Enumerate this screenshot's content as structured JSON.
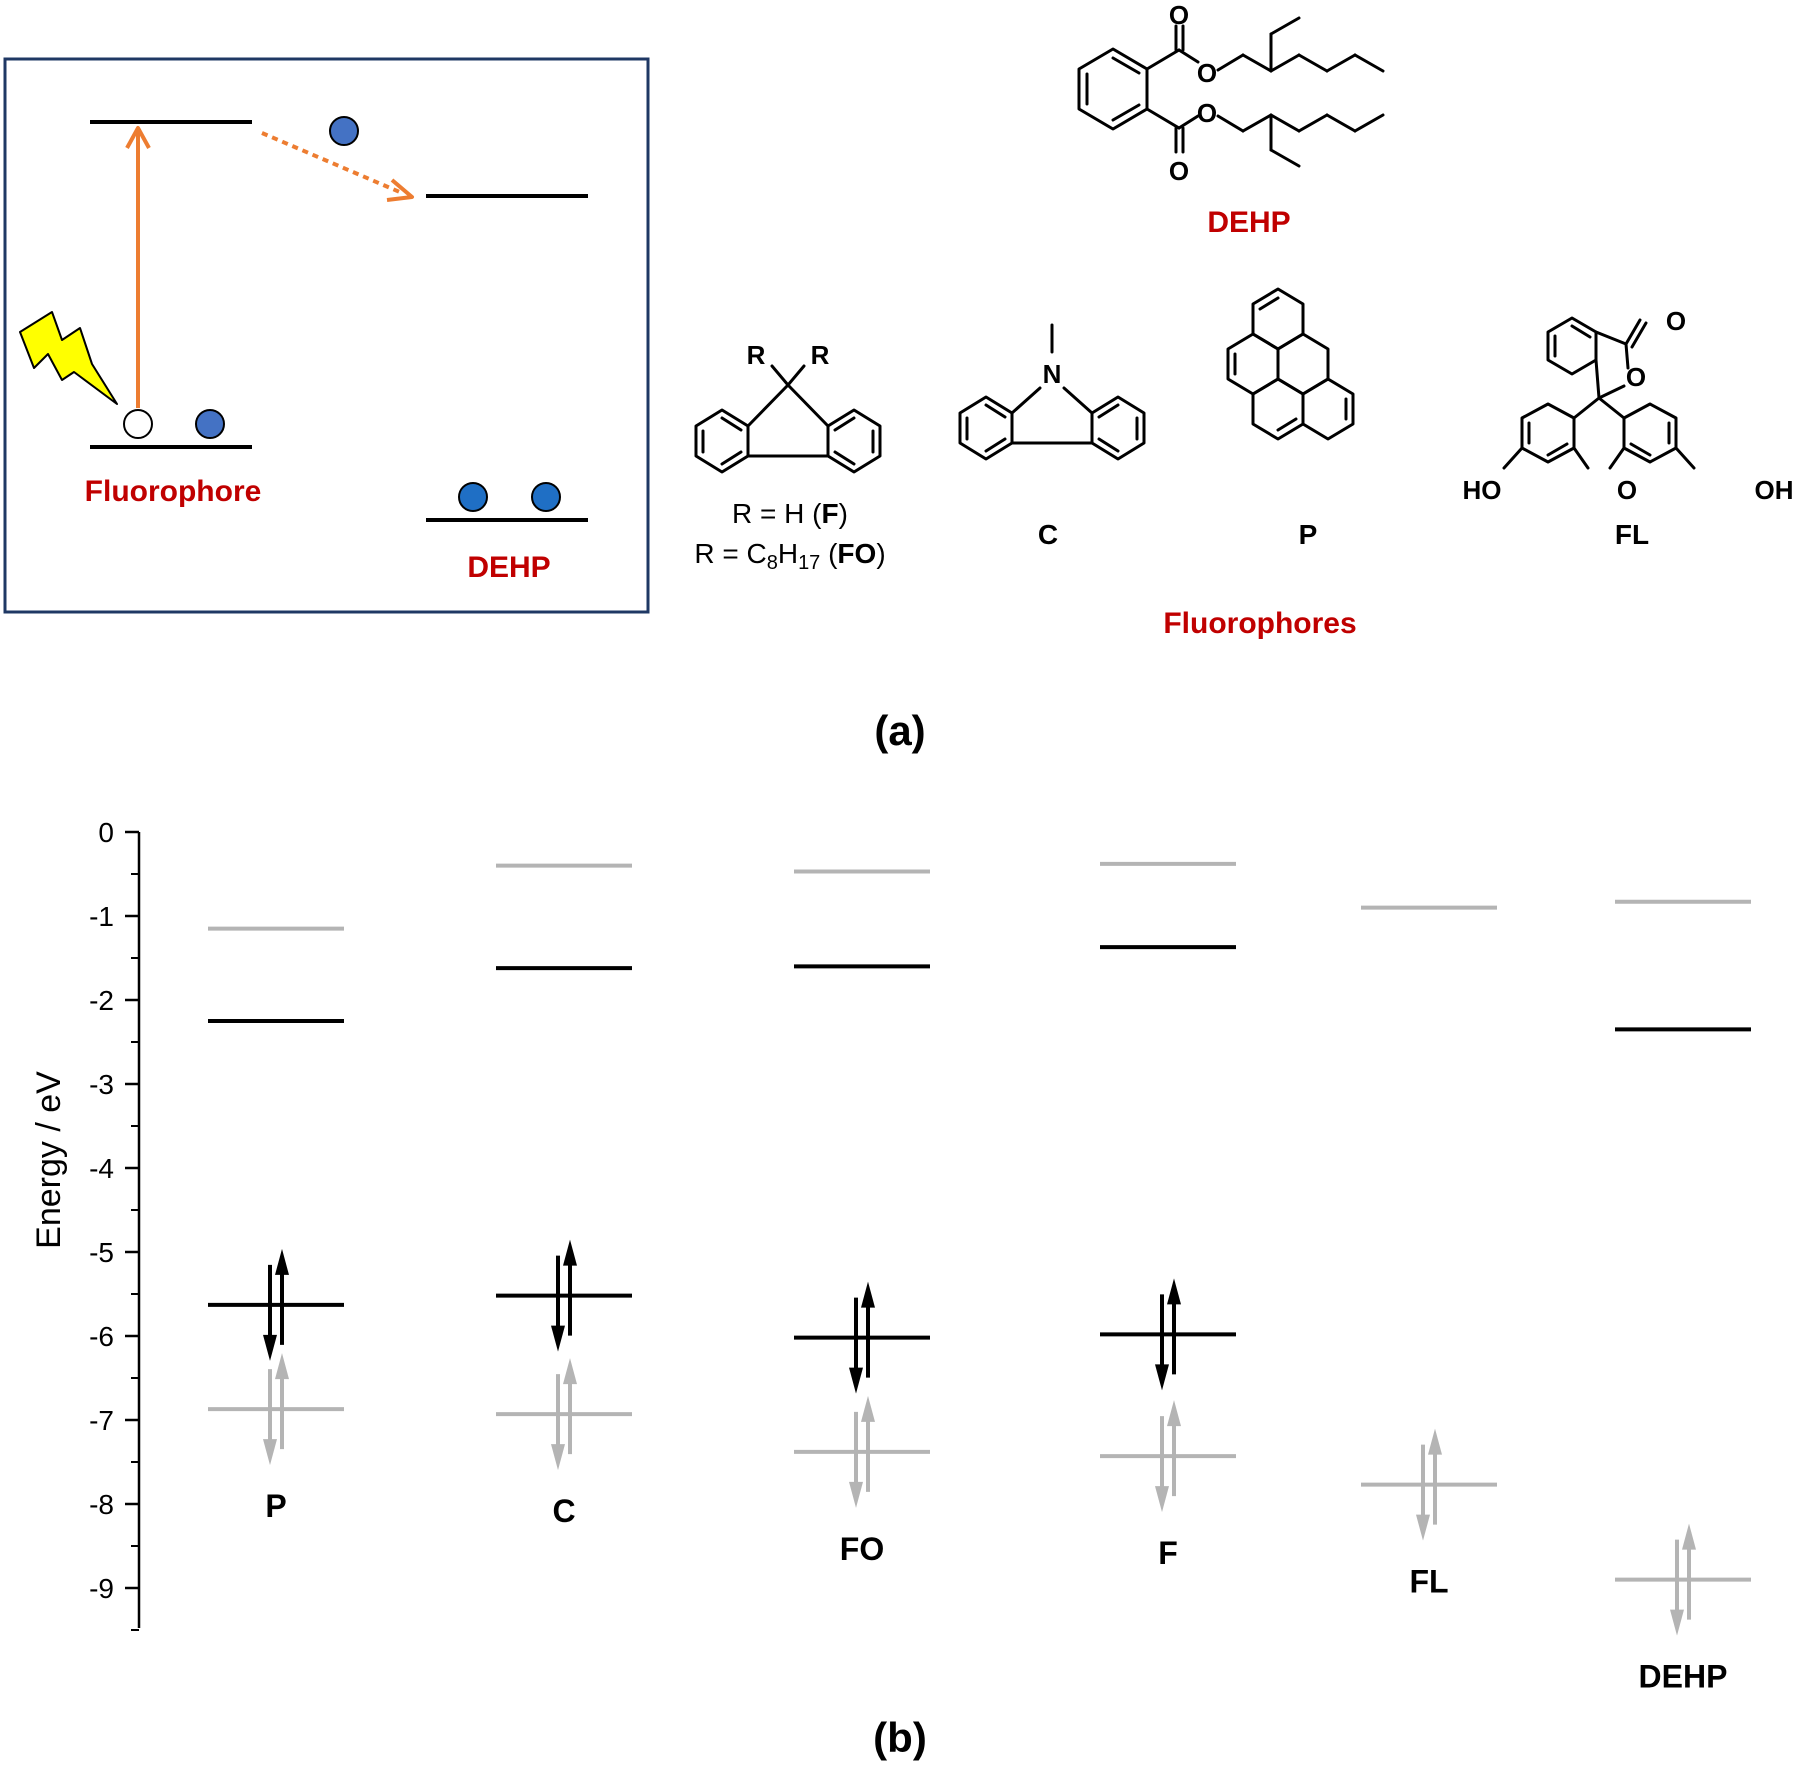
{
  "panel_a": {
    "caption": "(a)",
    "schematic": {
      "fluorophore_label": "Fluorophore",
      "dehp_label": "DEHP",
      "colors": {
        "border": "#1f3864",
        "arrow": "#ed7d31",
        "electron": "#4472c4",
        "lightning": "#ffff00",
        "label": "#c00000"
      }
    },
    "dehp_structure": {
      "name": "DEHP",
      "atoms": {
        "o": "O"
      }
    },
    "fluorophores_title": "Fluorophores",
    "fluorene": {
      "r_atom": "R",
      "line1": "R = H (",
      "line1_bold": "F",
      "line1_end": ")",
      "line2_a": "R = C",
      "line2_sub1": "8",
      "line2_b": "H",
      "line2_sub2": "17",
      "line2_c": " (",
      "line2_bold": "FO",
      "line2_end": ")"
    },
    "carbazole": {
      "label": "C",
      "n_atom": "N"
    },
    "pyrene": {
      "label": "P"
    },
    "fluorescein": {
      "label": "FL",
      "ho": "HO",
      "oh": "OH",
      "o": "O"
    }
  },
  "panel_b": {
    "caption": "(b)",
    "colors": {
      "black": "#000000",
      "gray": "#b4b4b4"
    }
  },
  "chart_data": {
    "type": "energy-level diagram",
    "ylabel": "Energy / eV",
    "ylim": [
      -9.5,
      0
    ],
    "yticks": [
      0,
      -1,
      -2,
      -3,
      -4,
      -5,
      -6,
      -7,
      -8,
      -9
    ],
    "ytick_labels": [
      "0",
      "-1",
      "-2",
      "-3",
      "-4",
      "-5",
      "-6",
      "-7",
      "-8",
      "-9"
    ],
    "categories": [
      "P",
      "C",
      "FO",
      "F",
      "FL",
      "DEHP"
    ],
    "series": [
      {
        "color": "gray",
        "values": [
          -1.15,
          -0.4,
          -0.47,
          -0.38,
          -0.9,
          -0.83
        ]
      },
      {
        "color": "black",
        "values": [
          -2.25,
          -1.62,
          -1.6,
          -1.37,
          null,
          -2.35
        ]
      },
      {
        "color": "black",
        "electrons": true,
        "values": [
          -5.63,
          -5.52,
          -6.02,
          -5.98,
          null,
          null
        ]
      },
      {
        "color": "gray",
        "electrons": true,
        "values": [
          -6.87,
          -6.93,
          -7.38,
          -7.43,
          -7.77,
          -8.9
        ]
      }
    ]
  }
}
